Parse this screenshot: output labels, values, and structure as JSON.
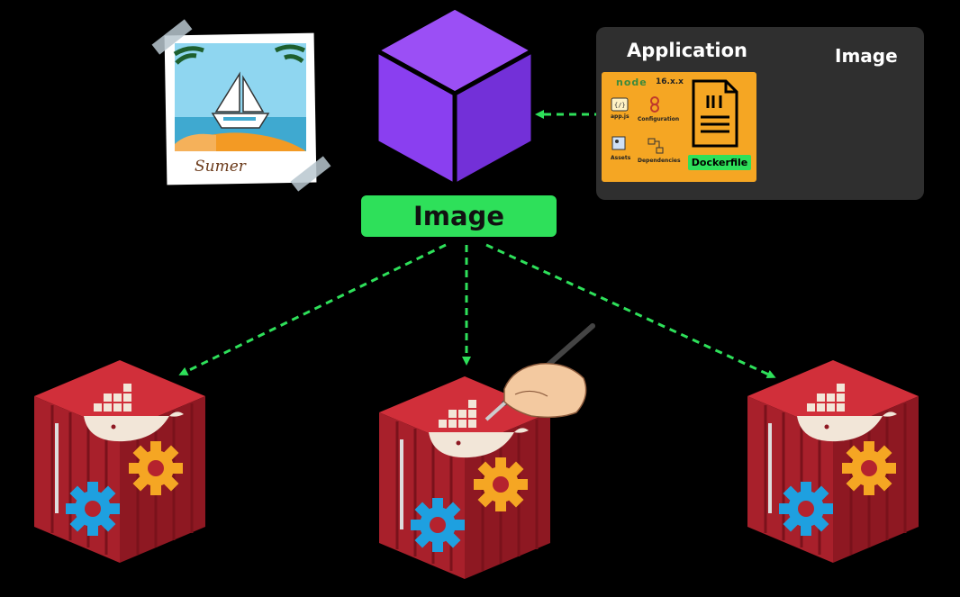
{
  "image_label": "Image",
  "panel": {
    "application_title": "Application",
    "image_title": "Image",
    "node_logo": "node",
    "node_version": "16.x.x",
    "files": [
      "app.js",
      "Configuration",
      "Assets",
      "Dependencies"
    ],
    "dockerfile_label": "Dockerfile"
  },
  "polaroid_caption": "Sumer",
  "colors": {
    "background": "#000000",
    "accent_green": "#2ee05a",
    "cube_purple": "#8a3ff0",
    "container_red": "#b5232e",
    "gear_blue": "#1ea0e0",
    "gear_yellow": "#f5a623",
    "panel_dark": "#2f2f2f",
    "app_orange": "#f5a623"
  },
  "icons": [
    "image-cube-icon",
    "open-box-icon",
    "dockerfile-icon",
    "docker-whale-icon",
    "gear-icon",
    "paintbrush-hand-icon",
    "polaroid-photo-icon",
    "sailboat-icon"
  ],
  "containers": [
    {
      "id": "left",
      "modified": false
    },
    {
      "id": "center",
      "modified": true
    },
    {
      "id": "right",
      "modified": false
    }
  ]
}
